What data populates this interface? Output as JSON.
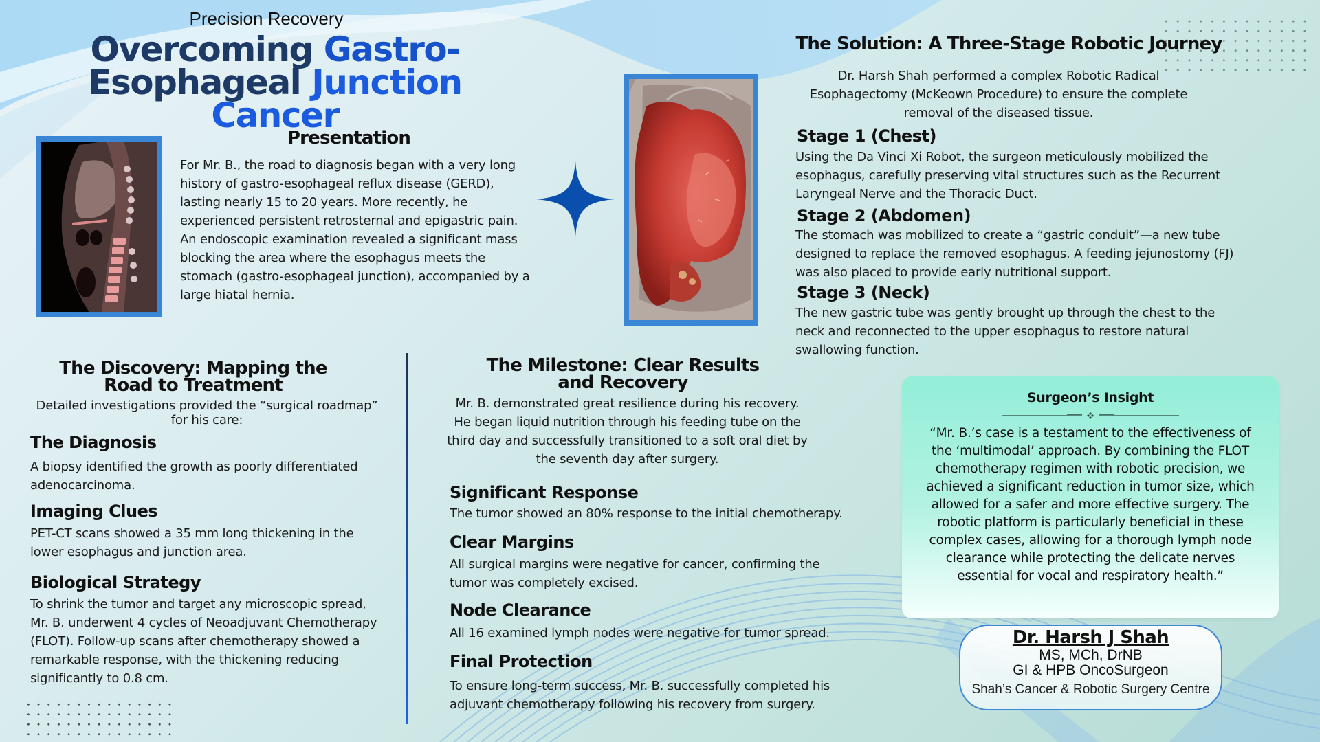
{
  "header": {
    "kicker": "Precision Recovery",
    "title_line1_a": "Overcoming ",
    "title_line1_b": "Gastro-",
    "title_line2_a": "Esophageal ",
    "title_line2_b": "Junction Cancer"
  },
  "presentation": {
    "heading": "Presentation",
    "image_alt": "Sagittal PET-CT scan of chest and abdomen",
    "body": "For Mr. B., the road to diagnosis began with a very long history of gastro-esophageal reflux disease (GERD), lasting nearly 15 to 20 years. More recently, he experienced persistent retrosternal and epigastric pain. An endoscopic examination revealed a significant mass blocking the area where the esophagus meets the stomach (gastro-esophageal junction), accompanied by a large hiatal hernia."
  },
  "specimen": {
    "image_alt": "Resected esophagectomy specimen in a steel tray"
  },
  "solution": {
    "heading": "The Solution: A Three-Stage Robotic Journey",
    "intro": "Dr. Harsh Shah performed a complex Robotic Radical Esophagectomy (McKeown Procedure) to ensure the complete removal of the diseased tissue.",
    "stages": [
      {
        "title": "Stage 1 (Chest)",
        "text": "Using the Da Vinci Xi Robot, the surgeon meticulously mobilized the esophagus, carefully preserving vital structures such as the Recurrent Laryngeal Nerve and the Thoracic Duct."
      },
      {
        "title": "Stage 2 (Abdomen)",
        "text": "The stomach was mobilized to create a “gastric conduit”—a new tube designed to replace the removed esophagus. A feeding jejunostomy (FJ) was also placed to provide early nutritional support."
      },
      {
        "title": "Stage 3 (Neck)",
        "text": "The new gastric tube was gently brought up through the chest to the neck and reconnected to the upper esophagus to restore natural swallowing function."
      }
    ]
  },
  "discovery": {
    "heading_line1": "The Discovery: Mapping the",
    "heading_line2": "Road to Treatment",
    "intro_line1": "Detailed investigations provided the “surgical roadmap”",
    "intro_line2": "for his care:",
    "items": [
      {
        "title": "The Diagnosis",
        "text": "A biopsy identified the growth as poorly differentiated adenocarcinoma."
      },
      {
        "title": "Imaging Clues",
        "text": "PET-CT scans showed a 35 mm long thickening in the lower esophagus and junction area."
      },
      {
        "title": "Biological Strategy",
        "text": "To shrink the tumor and target any microscopic spread, Mr. B. underwent 4 cycles of Neoadjuvant Chemotherapy (FLOT). Follow-up scans after chemotherapy showed a remarkable response, with the thickening reducing significantly to 0.8 cm."
      }
    ]
  },
  "milestone": {
    "heading_line1": "The Milestone: Clear Results",
    "heading_line2": "and Recovery",
    "intro": "Mr. B. demonstrated great resilience during his recovery. He began liquid nutrition through his feeding tube on the third day and successfully transitioned to a soft oral diet by the seventh day after surgery.",
    "items": [
      {
        "title": "Significant Response",
        "text": "The tumor showed an 80% response to the initial chemotherapy."
      },
      {
        "title": "Clear Margins",
        "text": "All surgical margins were negative for cancer, confirming the tumor was completely excised."
      },
      {
        "title": "Node Clearance",
        "text": "All 16 examined lymph nodes were negative for tumor spread."
      },
      {
        "title": "Final Protection",
        "text": "To ensure long-term success, Mr. B. successfully completed his adjuvant chemotherapy following his recovery from surgery."
      }
    ]
  },
  "insight": {
    "heading": "Surgeon’s Insight",
    "quote": "“Mr. B.’s case is a testament to the effectiveness of the ‘multimodal’ approach. By combining the FLOT chemotherapy regimen with robotic precision, we achieved a significant reduction in tumor size, which allowed for a safer and more effective surgery. The robotic platform is particularly beneficial in these complex cases, allowing for a thorough lymph node clearance while protecting the delicate nerves essential for vocal and respiratory health.”"
  },
  "signature": {
    "name": "Dr. Harsh J Shah",
    "credentials": "MS, MCh, DrNB",
    "specialty": "GI & HPB OncoSurgeon",
    "organization": "Shah’s Cancer & Robotic Surgery Centre"
  },
  "colors": {
    "title_dark": "#1d3a66",
    "title_blue": "#1652c9",
    "frame_blue": "#3a86d6",
    "sparkle": "#0b4fae",
    "insight_mint": "#93eed8"
  }
}
